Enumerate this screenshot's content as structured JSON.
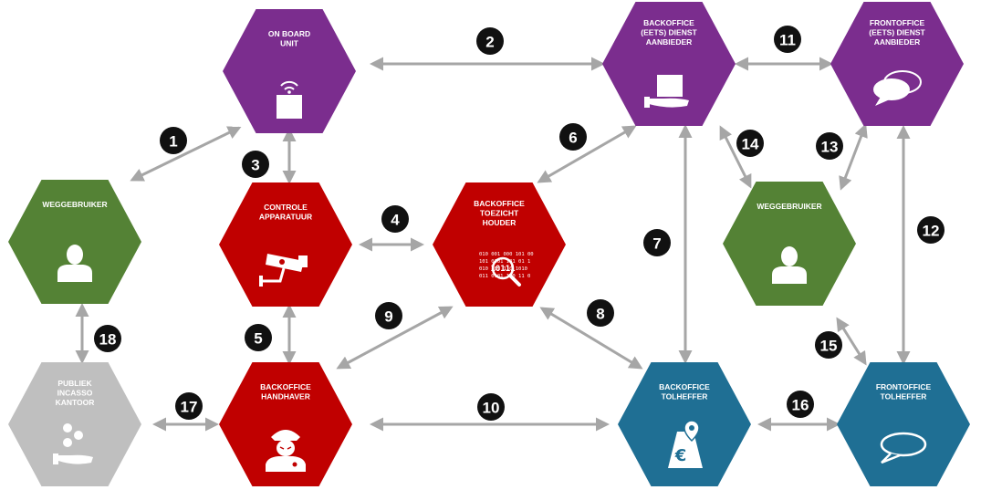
{
  "colors": {
    "purple": "#7b2d8e",
    "red": "#c00000",
    "green": "#548235",
    "blue": "#1f6f94",
    "grey": "#bfbfbf",
    "arrow": "#a6a6a6",
    "badge": "#111111"
  },
  "nodes": [
    {
      "id": "obu",
      "label": [
        "ON BOARD",
        "UNIT"
      ],
      "color": "purple",
      "icon": "wifi-device-icon"
    },
    {
      "id": "bo_eets",
      "label": [
        "BACKOFFICE",
        "(EETS) DIENST",
        "AANBIEDER"
      ],
      "color": "purple",
      "icon": "hand-box-icon"
    },
    {
      "id": "fo_eets",
      "label": [
        "FRONTOFFICE",
        "(EETS) DIENST",
        "AANBIEDER"
      ],
      "color": "purple",
      "icon": "speech-bubbles-icon"
    },
    {
      "id": "weg1",
      "label": [
        "WEGGEBRUIKER"
      ],
      "color": "green",
      "icon": "user-icon"
    },
    {
      "id": "controle",
      "label": [
        "CONTROLE",
        "APPARATUUR"
      ],
      "color": "red",
      "icon": "camera-icon"
    },
    {
      "id": "bo_toezicht",
      "label": [
        "BACKOFFICE",
        "TOEZICHT",
        "HOUDER"
      ],
      "color": "red",
      "icon": "binary-magnifier-icon"
    },
    {
      "id": "weg2",
      "label": [
        "WEGGEBRUIKER"
      ],
      "color": "green",
      "icon": "user-icon"
    },
    {
      "id": "publiek",
      "label": [
        "PUBLIEK",
        "INCASSO",
        "KANTOOR"
      ],
      "color": "grey",
      "icon": "coins-hand-icon"
    },
    {
      "id": "bo_handhaver",
      "label": [
        "BACKOFFICE",
        "HANDHAVER"
      ],
      "color": "red",
      "icon": "police-officer-icon"
    },
    {
      "id": "bo_tolheffer",
      "label": [
        "BACKOFFICE",
        "TOLHEFFER"
      ],
      "color": "blue",
      "icon": "map-euro-icon"
    },
    {
      "id": "fo_tolheffer",
      "label": [
        "FRONTOFFICE",
        "TOLHEFFER"
      ],
      "color": "blue",
      "icon": "speech-bubble-icon"
    }
  ],
  "edges": [
    {
      "n": "1",
      "from": "weg1",
      "to": "obu"
    },
    {
      "n": "2",
      "from": "obu",
      "to": "bo_eets"
    },
    {
      "n": "3",
      "from": "obu",
      "to": "controle"
    },
    {
      "n": "4",
      "from": "controle",
      "to": "bo_toezicht"
    },
    {
      "n": "5",
      "from": "controle",
      "to": "bo_handhaver"
    },
    {
      "n": "6",
      "from": "bo_toezicht",
      "to": "bo_eets"
    },
    {
      "n": "7",
      "from": "bo_eets",
      "to": "bo_tolheffer"
    },
    {
      "n": "8",
      "from": "bo_toezicht",
      "to": "bo_tolheffer"
    },
    {
      "n": "9",
      "from": "bo_handhaver",
      "to": "bo_toezicht"
    },
    {
      "n": "10",
      "from": "bo_handhaver",
      "to": "bo_tolheffer"
    },
    {
      "n": "11",
      "from": "bo_eets",
      "to": "fo_eets"
    },
    {
      "n": "12",
      "from": "fo_eets",
      "to": "fo_tolheffer"
    },
    {
      "n": "13",
      "from": "weg2",
      "to": "fo_eets"
    },
    {
      "n": "14",
      "from": "bo_eets",
      "to": "weg2"
    },
    {
      "n": "15",
      "from": "weg2",
      "to": "fo_tolheffer"
    },
    {
      "n": "16",
      "from": "bo_tolheffer",
      "to": "fo_tolheffer"
    },
    {
      "n": "17",
      "from": "publiek",
      "to": "bo_handhaver"
    },
    {
      "n": "18",
      "from": "weg1",
      "to": "publiek"
    }
  ]
}
